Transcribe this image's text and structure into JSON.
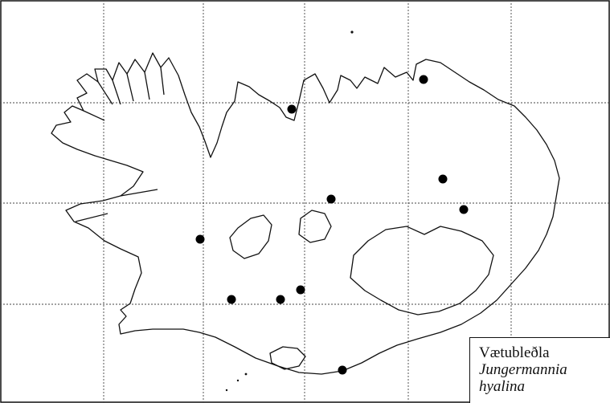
{
  "legend": {
    "common_name": "Vætubleðla",
    "latin_genus": "Jungermannia",
    "latin_species": "hyalina"
  },
  "colors": {
    "coast": "#111111",
    "grid": "#444444",
    "marker": "#000000",
    "background": "#ffffff"
  },
  "markers": [
    {
      "id": "n1"
    },
    {
      "id": "n2"
    },
    {
      "id": "e1"
    },
    {
      "id": "c1"
    },
    {
      "id": "e2"
    },
    {
      "id": "w1"
    },
    {
      "id": "s1"
    },
    {
      "id": "s2"
    },
    {
      "id": "s3"
    },
    {
      "id": "s4"
    }
  ]
}
